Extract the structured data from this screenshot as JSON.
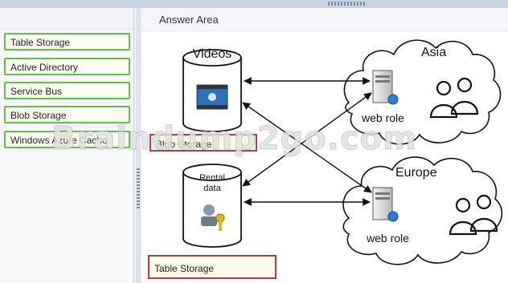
{
  "answer_area": {
    "title": "Answer Area",
    "storage_labels": [
      "Videos",
      "Rental",
      "data"
    ],
    "drop_targets": [
      "Blob Storage",
      "Table Storage"
    ],
    "regions": [
      "Asia",
      "Europe"
    ],
    "roles": [
      "web role",
      "web role"
    ]
  },
  "left_panel": {
    "items": [
      {
        "label": "Table Storage"
      },
      {
        "label": "Active Directory"
      },
      {
        "label": "Service Bus"
      },
      {
        "label": "Blob Storage"
      },
      {
        "label": "Windows Azure Cache"
      }
    ]
  },
  "watermark": "Braindump2go.com",
  "colors": {
    "item_border": "#5fbf4a",
    "drop_border": "#b53a40",
    "arrow": "#111111"
  }
}
